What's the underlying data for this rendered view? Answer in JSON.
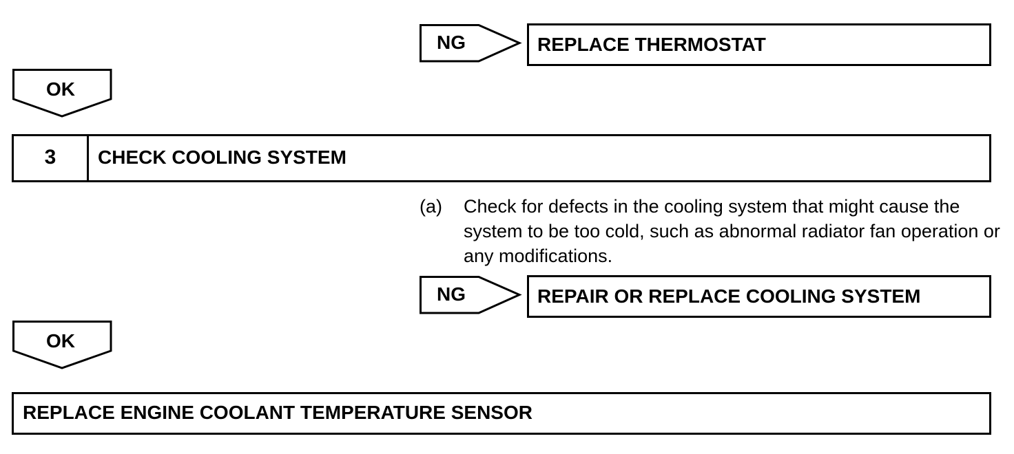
{
  "flow": {
    "ng1": {
      "label": "NG",
      "result": "REPLACE THERMOSTAT"
    },
    "ok1": {
      "label": "OK"
    },
    "step3": {
      "number": "3",
      "title": "CHECK COOLING SYSTEM",
      "instruction_marker": "(a)",
      "instruction_text": "Check for defects in the cooling system that might cause the system to be too cold, such as abnormal radiator fan operation or any modifications."
    },
    "ng2": {
      "label": "NG",
      "result": "REPAIR OR REPLACE COOLING SYSTEM"
    },
    "ok2": {
      "label": "OK"
    },
    "final": {
      "result": "REPLACE ENGINE COOLANT TEMPERATURE SENSOR"
    }
  }
}
